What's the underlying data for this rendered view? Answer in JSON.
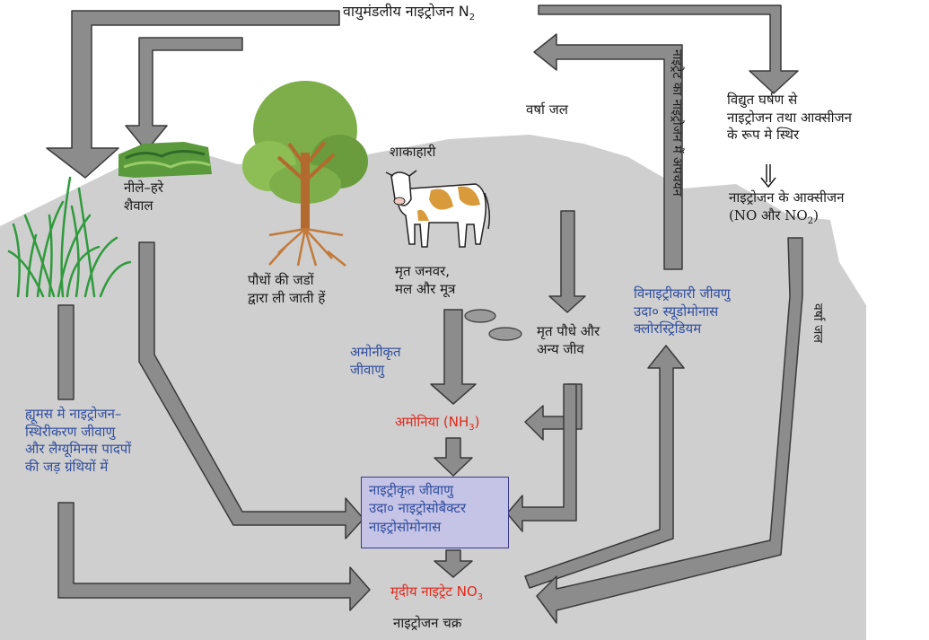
{
  "title": "वायुमंडलीय नाइट्रोजन N",
  "title_sub": "2",
  "labels": {
    "rain_water_top": "वर्षा जल",
    "herbivore": "शाकाहारी",
    "lightning_line1": "विद्युत घर्षण से",
    "lightning_line2": "नाइट्रोजन तथा आक्सीजन",
    "lightning_line3": "के रूप मे स्थिर",
    "oxides_line1": "नाइट्रोजन के आक्सीजन",
    "oxides_line2_a": "(NO और NO",
    "oxides_line2_sub": "2",
    "oxides_line2_b": ")",
    "algae_line1": "नीले–हरे",
    "algae_line2": "शैवाल",
    "roots_line1": "पौधों की जडों",
    "roots_line2": "द्वारा ली जाती हें",
    "dead_animals_line1": "मृत जनवर,",
    "dead_animals_line2": "मल और मूत्र",
    "dead_plants_line1": "मृत पौधे और",
    "dead_plants_line2": "अन्य जीव",
    "ammonifying_line1": "अमोनीकृत",
    "ammonifying_line2": "जीवाणु",
    "ammonia_a": "अमोनिया (NH",
    "ammonia_sub": "3",
    "ammonia_b": ")",
    "denitrifying_line1": "विनाइट्रीकारी जीवणु",
    "denitrifying_line2": "उदा० स्यूडोमोनास",
    "denitrifying_line3": "क्लोरस्ट्रिडियम",
    "humus_line1": "ह्यूमस मे नाइट्रोजन–",
    "humus_line2": "स्थिरीकरण जीवाणु",
    "humus_line3": "और लैग्यूमिनस पादपों",
    "humus_line4": "की जड़ ग्रंथियों में",
    "nitrifying_line1": "नाइट्रीकृत जीवाणु",
    "nitrifying_line2": "उदा० नाइट्रोसोबैक्टर",
    "nitrifying_line3": "नाइट्रोसोमोनास",
    "soil_nitrate_a": "मृदीय नाइट्रेट NO",
    "soil_nitrate_sub": "3",
    "nitrate_reduction_line1": "नाइट्रेट का नाइट्रोजन",
    "nitrate_reduction_line2": "में अपचयन",
    "rain_water_side": "वर्षा जल",
    "caption": "नाइट्रोजन चक्र"
  },
  "colors": {
    "arrow_fill": "#8c8c8c",
    "arrow_stroke": "#3a3a3a",
    "ground": "#cfcfcf",
    "box_fill": "#c5c3e6",
    "blue_text": "#2f4d9e",
    "red_text": "#e0281b",
    "foliage": "#7dae4a",
    "trunk": "#b36a2e",
    "grass": "#2f9a3c"
  }
}
